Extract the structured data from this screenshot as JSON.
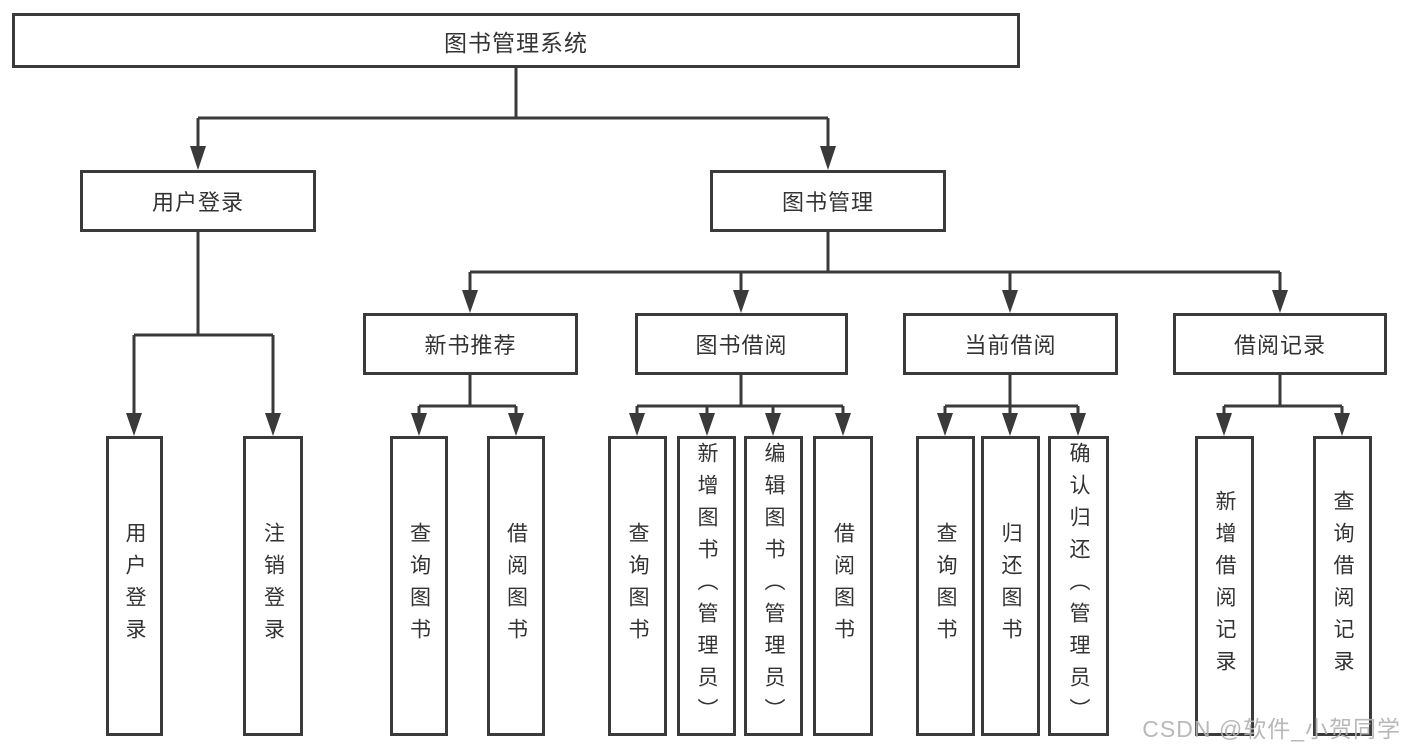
{
  "title": "图书管理系统",
  "tree": {
    "root": {
      "label": "图书管理系统"
    },
    "branches": [
      {
        "label": "用户登录",
        "children": [
          {
            "label": "用户登录"
          },
          {
            "label": "注销登录"
          }
        ]
      },
      {
        "label": "图书管理",
        "children": [
          {
            "label": "新书推荐",
            "children": [
              {
                "label": "查询图书"
              },
              {
                "label": "借阅图书"
              }
            ]
          },
          {
            "label": "图书借阅",
            "children": [
              {
                "label": "查询图书"
              },
              {
                "label": "新增图书（管理员）"
              },
              {
                "label": "编辑图书（管理员）"
              },
              {
                "label": "借阅图书"
              }
            ]
          },
          {
            "label": "当前借阅",
            "children": [
              {
                "label": "查询图书"
              },
              {
                "label": "归还图书"
              },
              {
                "label": "确认归还（管理员）"
              }
            ]
          },
          {
            "label": "借阅记录",
            "children": [
              {
                "label": "新增借阅记录"
              },
              {
                "label": "查询借阅记录"
              }
            ]
          }
        ]
      }
    ]
  },
  "watermark": "CSDN @软件_小贺同学",
  "colors": {
    "line": "#3a3a3a",
    "text": "#333333",
    "watermark": "#b3b3b3",
    "background": "#ffffff"
  }
}
